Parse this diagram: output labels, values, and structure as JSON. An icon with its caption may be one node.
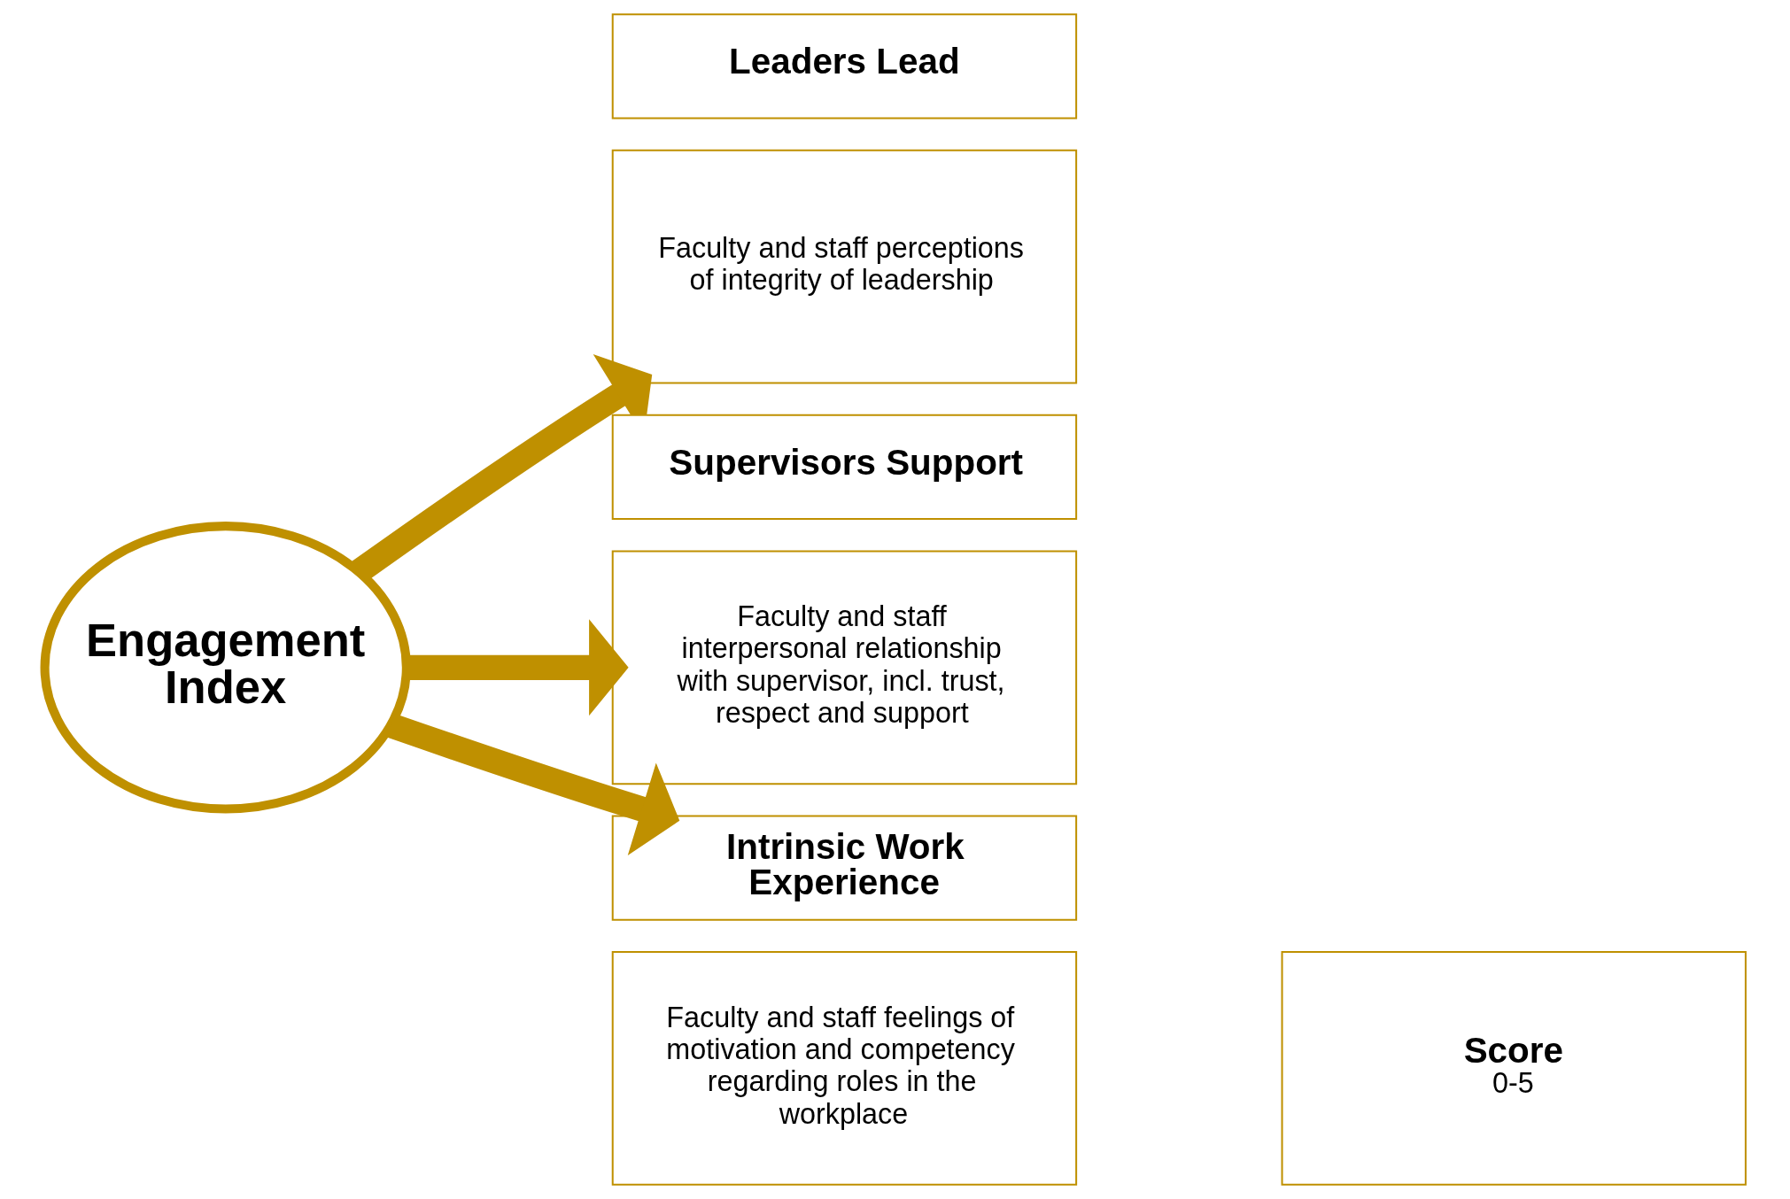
{
  "diagram": {
    "nodes": [
      {
        "text": [
          "Engagement Index"
        ]
      },
      {
        "text": [
          "Leaders Lead"
        ]
      },
      {
        "text": [
          "Faculty and staff perceptions of integrity of leadership"
        ]
      },
      {
        "text": [
          "Supervisors Support"
        ]
      },
      {
        "text": [
          "Faculty and staff interpersonal relationship with supervisor, incl. trust, respect and support"
        ]
      },
      {
        "text": [
          "Intrinsic Work Experience"
        ]
      },
      {
        "text": [
          "Faculty and staff feelings of motivation and competency regarding roles in the workplace"
        ]
      },
      {
        "text": [
          "Score",
          "0-5"
        ]
      }
    ],
    "edges": [
      {
        "from": 0,
        "to": 2,
        "arrow": "to"
      },
      {
        "from": 0,
        "to": 4,
        "arrow": "to"
      },
      {
        "from": 0,
        "to": 5,
        "arrow": "to"
      }
    ]
  }
}
